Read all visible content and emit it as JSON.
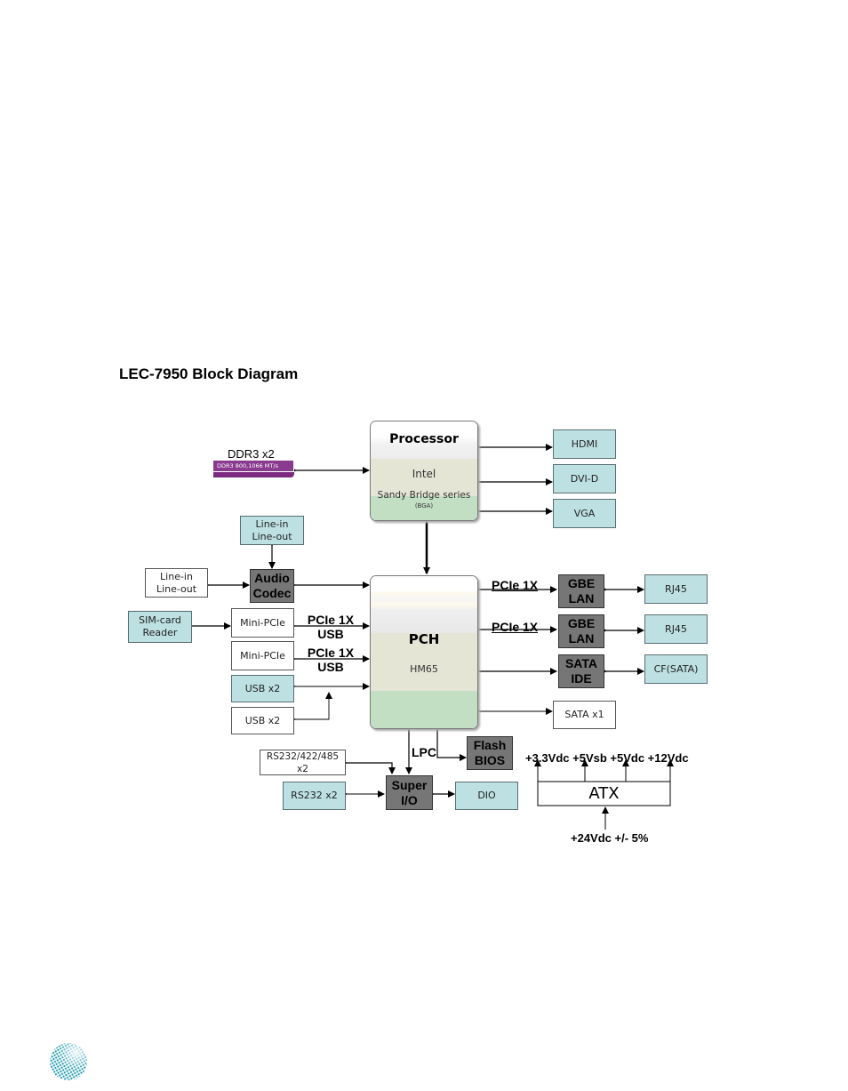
{
  "title": "LEC-7950 Block Diagram",
  "processor": {
    "heading": "Processor",
    "vendor": "Intel",
    "series": "Sandy Bridge series",
    "package": "(BGA)"
  },
  "pch": {
    "heading": "PCH",
    "model": "HM65"
  },
  "memory": {
    "label": "DDR3 x2",
    "spec": "DDR3 800,1066 MT/s",
    "color": "#7b2a7f"
  },
  "display_outputs": [
    "HDMI",
    "DVI-D",
    "VGA"
  ],
  "audio": {
    "codec": "Audio\nCodec",
    "top_port": "Line-in\nLine-out",
    "left_port": "Line-in\nLine-out"
  },
  "left_devices": {
    "sim": "SIM-card\nReader",
    "minipcie_1": "Mini-PCIe",
    "minipcie_2": "Mini-PCIe",
    "usb_1": "USB x2",
    "usb_2": "USB x2",
    "bus_1": "PCIe 1X\nUSB",
    "bus_2": "PCIe 1X\nUSB"
  },
  "right_devices": {
    "bus_lan_1": "PCIe 1X",
    "bus_lan_2": "PCIe 1X",
    "gbe_1": "GBE\nLAN",
    "gbe_2": "GBE\nLAN",
    "sata_ide": "SATA\nIDE",
    "rj45_1": "RJ45",
    "rj45_2": "RJ45",
    "cf": "CF(SATA)",
    "sata": "SATA x1"
  },
  "bottom": {
    "lpc": "LPC",
    "flash": "Flash\nBIOS",
    "superio": "Super\nI/O",
    "rs232_multi": "RS232/422/485 x2",
    "rs232": "RS232 x2",
    "dio": "DIO"
  },
  "power": {
    "atx": "ATX",
    "rails": [
      "+3.3Vdc",
      "+5Vsb",
      "+5Vdc",
      "+12Vdc"
    ],
    "rails_line": "+3.3Vdc +5Vsb +5Vdc +12Vdc",
    "input": "+24Vdc +/- 5%"
  },
  "colors": {
    "teal_box": "#bde0e3",
    "dark_box": "#767676",
    "chip_green": "#c2dfc4",
    "chip_beige": "#e5e5d6"
  }
}
